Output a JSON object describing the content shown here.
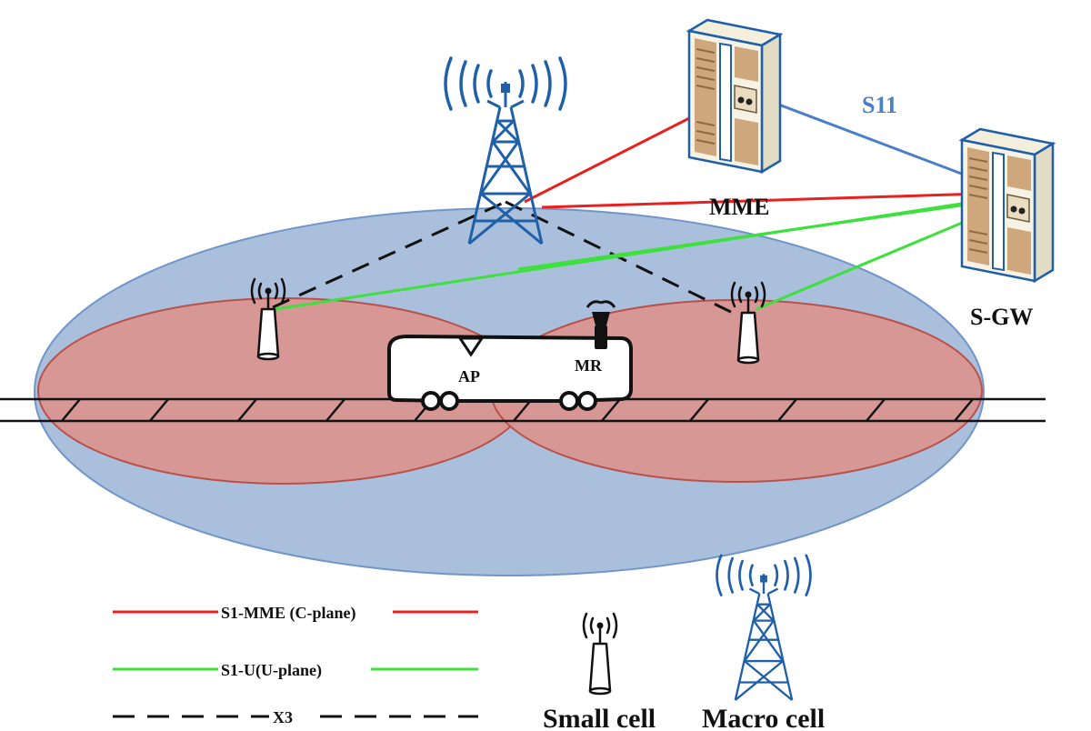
{
  "labels": {
    "mme": "MME",
    "sgw": "S-GW",
    "s11": "S11",
    "ap": "AP",
    "mr": "MR"
  },
  "legend": {
    "s1_mme": "S1-MME (C-plane)",
    "s1_u": "S1-U(U-plane)",
    "x3": "X3",
    "small_cell": "Small cell",
    "macro_cell": "Macro cell"
  },
  "colors": {
    "macro_coverage": "#a9bfdc",
    "small_coverage": "#d9958f",
    "s1_mme_line": "#e8211f",
    "s1_u_line": "#3ee03e",
    "x3_line": "#111111",
    "s11_line": "#4a7fc7",
    "tower": "#2060a8",
    "server_frame": "#1f5fa8",
    "server_body": "#f4eedc",
    "server_panel": "#c79a6a"
  },
  "icons": [
    "macro-tower-icon",
    "small-cell-icon",
    "mme-server-icon",
    "sgw-server-icon",
    "train-icon"
  ]
}
